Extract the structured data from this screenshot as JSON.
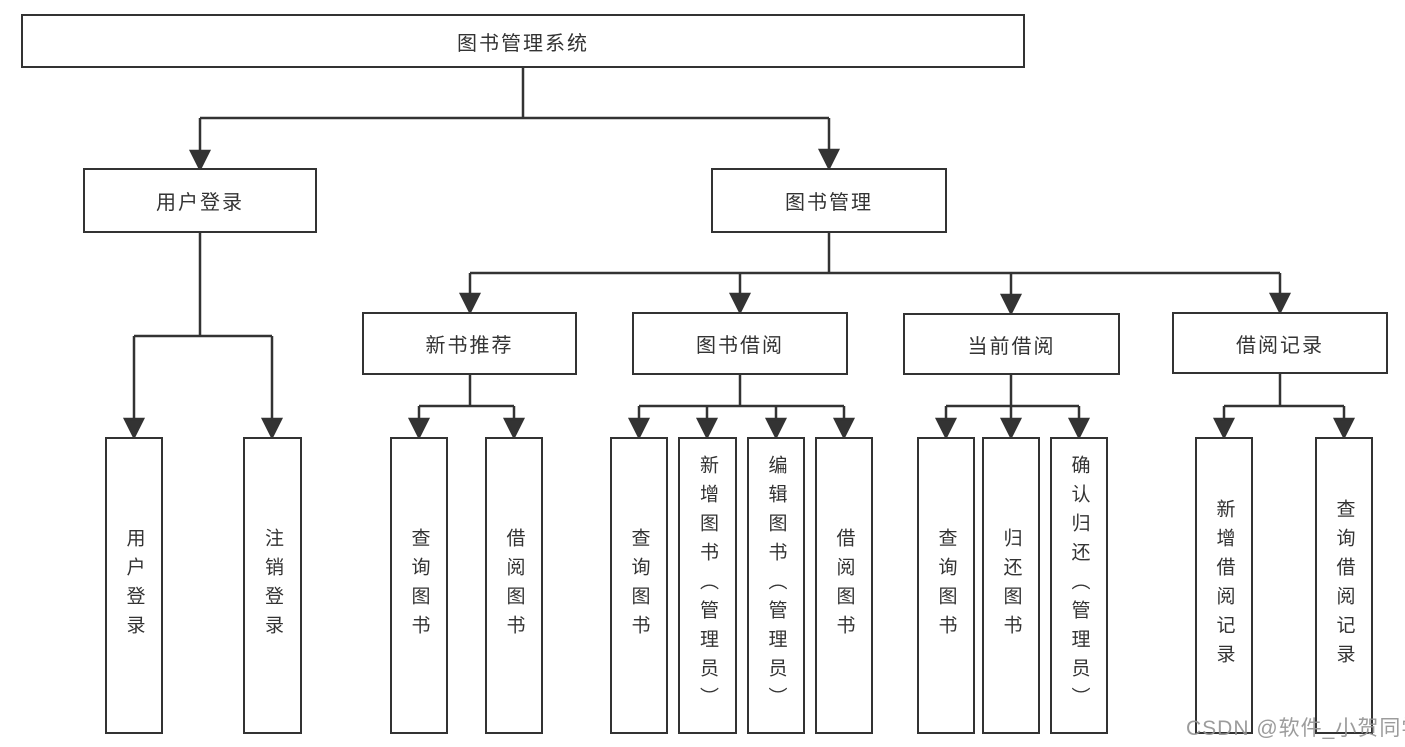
{
  "diagram": {
    "title": "图书管理系统",
    "branches": [
      {
        "label": "用户登录",
        "children": [
          {
            "label": "用户登录"
          },
          {
            "label": "注销登录"
          }
        ]
      },
      {
        "label": "图书管理",
        "sections": [
          {
            "label": "新书推荐",
            "children": [
              {
                "label": "查询图书"
              },
              {
                "label": "借阅图书"
              }
            ]
          },
          {
            "label": "图书借阅",
            "children": [
              {
                "label": "查询图书"
              },
              {
                "label": "新增图书（管理员）"
              },
              {
                "label": "编辑图书（管理员）"
              },
              {
                "label": "借阅图书"
              }
            ]
          },
          {
            "label": "当前借阅",
            "children": [
              {
                "label": "查询图书"
              },
              {
                "label": "归还图书"
              },
              {
                "label": "确认归还（管理员）"
              }
            ]
          },
          {
            "label": "借阅记录",
            "children": [
              {
                "label": "新增借阅记录"
              },
              {
                "label": "查询借阅记录"
              }
            ]
          }
        ]
      }
    ]
  },
  "watermark": {
    "text": "CSDN @软件_小贺同学"
  },
  "colors": {
    "line": "#333333",
    "box_border": "#333333",
    "text": "#333333",
    "background": "#ffffff",
    "watermark": "#949494"
  }
}
